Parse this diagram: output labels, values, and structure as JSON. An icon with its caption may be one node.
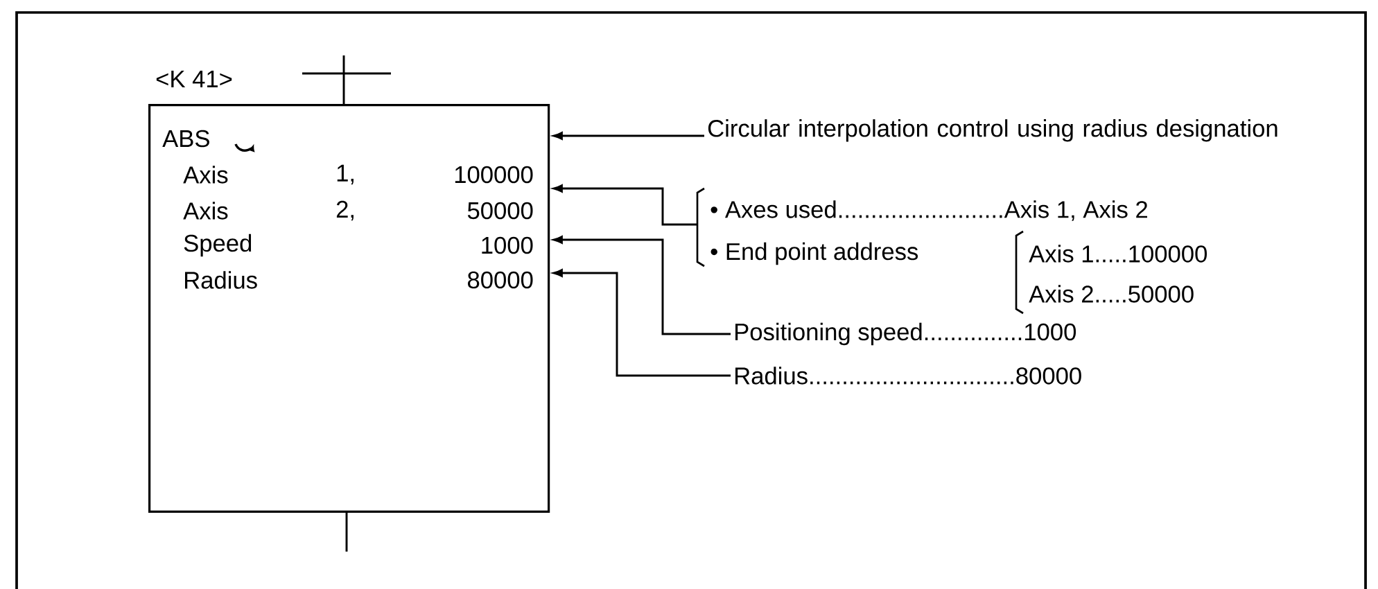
{
  "diagram": {
    "nodes": [
      {
        "text": [
          "ABS",
          "Axis",
          "1,",
          "100000",
          "Axis",
          "2,",
          "50000",
          "Speed",
          "1000",
          "Radius",
          "80000"
        ]
      },
      {
        "text": [
          "Circular interpolation control using radius designation"
        ]
      },
      {
        "text": [
          "• Axes used.........................Axis 1, Axis 2",
          "• End point address",
          "Axis 1.....100000",
          "Axis 2.....50000"
        ]
      },
      {
        "text": [
          "Positioning speed...............1000"
        ]
      },
      {
        "text": [
          "Radius...............................80000"
        ]
      }
    ],
    "edges": [
      {
        "from": 1,
        "to": 0,
        "arrow": "to"
      },
      {
        "from": 2,
        "to": 0,
        "arrow": "to"
      },
      {
        "from": 3,
        "to": 0,
        "arrow": "to"
      },
      {
        "from": 4,
        "to": 0,
        "arrow": "to"
      }
    ],
    "labels": [
      "<K 41>"
    ]
  }
}
